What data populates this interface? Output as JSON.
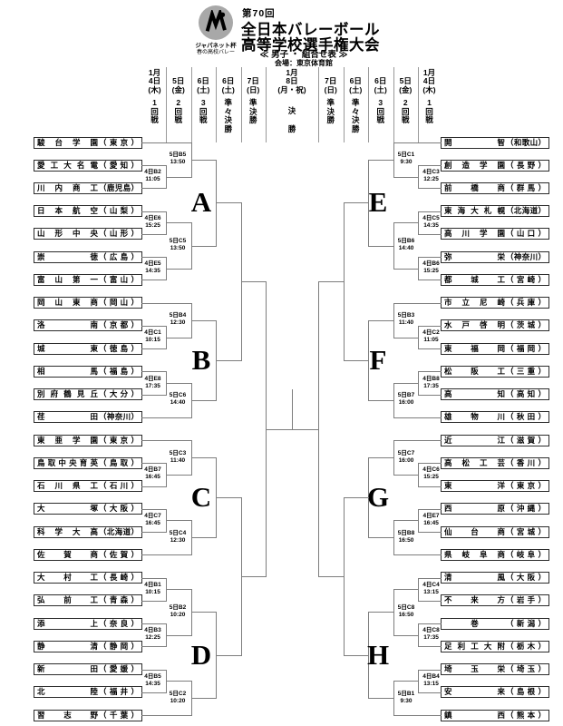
{
  "header": {
    "logo": {
      "line1": "ジャパネット杯",
      "line2": "春の高校バレー"
    },
    "title_small": "第70回",
    "title_line1": "全日本バレーボール",
    "title_line2": "高等学校選手権大会",
    "subtitle": "≪ 男子 ・ 組合せ表 ≫",
    "venue": "会場：東京体育館"
  },
  "columns": {
    "left": [
      {
        "date": [
          "1月",
          "4日",
          "(木)"
        ],
        "round": [
          "1",
          "回",
          "戦"
        ]
      },
      {
        "date": [
          "5日",
          "(金)"
        ],
        "round": [
          "2",
          "回",
          "戦"
        ]
      },
      {
        "date": [
          "6日",
          "(土)"
        ],
        "round": [
          "3",
          "回",
          "戦"
        ]
      },
      {
        "date": [
          "6日",
          "(土)"
        ],
        "round": [
          "準",
          "々",
          "決",
          "勝"
        ]
      },
      {
        "date": [
          "7日",
          "(日)"
        ],
        "round": [
          "準",
          "決",
          "勝"
        ]
      }
    ],
    "center": {
      "date": [
        "1月",
        "8日",
        "(月・祝)"
      ],
      "round": [
        "決",
        "勝"
      ]
    },
    "right": [
      {
        "date": [
          "7日",
          "(日)"
        ],
        "round": [
          "準",
          "決",
          "勝"
        ]
      },
      {
        "date": [
          "6日",
          "(土)"
        ],
        "round": [
          "準",
          "々",
          "決",
          "勝"
        ]
      },
      {
        "date": [
          "6日",
          "(土)"
        ],
        "round": [
          "3",
          "回",
          "戦"
        ]
      },
      {
        "date": [
          "5日",
          "(金)"
        ],
        "round": [
          "2",
          "回",
          "戦"
        ]
      },
      {
        "date": [
          "1月",
          "4日",
          "(木)"
        ],
        "round": [
          "1",
          "回",
          "戦"
        ]
      }
    ]
  },
  "blocks": [
    {
      "letter": "A",
      "side": "left",
      "teams": [
        {
          "name": "駿台学園",
          "pref": "東京"
        },
        {
          "name": "愛工大名電",
          "pref": "愛知"
        },
        {
          "name": "川内商工",
          "pref": "鹿児島"
        },
        {
          "name": "日本航空",
          "pref": "山梨"
        },
        {
          "name": "山形中央",
          "pref": "山形"
        },
        {
          "name": "崇徳",
          "pref": "広島"
        },
        {
          "name": "富山第一",
          "pref": "富山"
        }
      ],
      "matches": [
        {
          "round": 1,
          "a": "t1",
          "b": "t2",
          "code": "4日B2",
          "time": "11:05"
        },
        {
          "round": 1,
          "a": "t3",
          "b": "t4",
          "code": "4日E6",
          "time": "15:25"
        },
        {
          "round": 1,
          "a": "t5",
          "b": "t6",
          "code": "4日E5",
          "time": "14:35"
        },
        {
          "round": 2,
          "a": "t0",
          "b": "m0",
          "code": "5日B5",
          "time": "13:50"
        },
        {
          "round": 2,
          "a": "m1",
          "b": "m2",
          "code": "5日C5",
          "time": "13:50"
        }
      ]
    },
    {
      "letter": "B",
      "side": "left",
      "teams": [
        {
          "name": "岡山東商",
          "pref": "岡山"
        },
        {
          "name": "洛南",
          "pref": "京都"
        },
        {
          "name": "城東",
          "pref": "徳島"
        },
        {
          "name": "相馬",
          "pref": "福島"
        },
        {
          "name": "別府鶴見丘",
          "pref": "大分"
        },
        {
          "name": "荏田",
          "pref": "神奈川"
        }
      ],
      "matches": [
        {
          "round": 1,
          "a": "t1",
          "b": "t2",
          "code": "4日C1",
          "time": "10:15"
        },
        {
          "round": 1,
          "a": "t3",
          "b": "t4",
          "code": "4日E8",
          "time": "17:35"
        },
        {
          "round": 2,
          "a": "t0",
          "b": "m0",
          "code": "5日B4",
          "time": "12:30"
        },
        {
          "round": 2,
          "a": "m1",
          "b": "t5",
          "code": "5日C6",
          "time": "14:40"
        }
      ]
    },
    {
      "letter": "C",
      "side": "left",
      "teams": [
        {
          "name": "東亜学園",
          "pref": "東京"
        },
        {
          "name": "鳥取中央育英",
          "pref": "鳥取"
        },
        {
          "name": "石川県工",
          "pref": "石川"
        },
        {
          "name": "大塚",
          "pref": "大阪"
        },
        {
          "name": "科学大高",
          "pref": "北海道"
        },
        {
          "name": "佐賀商",
          "pref": "佐賀"
        }
      ],
      "matches": [
        {
          "round": 1,
          "a": "t1",
          "b": "t2",
          "code": "4日B7",
          "time": "16:45"
        },
        {
          "round": 1,
          "a": "t3",
          "b": "t4",
          "code": "4日C7",
          "time": "16:45"
        },
        {
          "round": 2,
          "a": "t0",
          "b": "m0",
          "code": "5日C3",
          "time": "11:40"
        },
        {
          "round": 2,
          "a": "m1",
          "b": "t5",
          "code": "5日C4",
          "time": "12:30"
        }
      ]
    },
    {
      "letter": "D",
      "side": "left",
      "teams": [
        {
          "name": "大村工",
          "pref": "長崎"
        },
        {
          "name": "弘前工",
          "pref": "青森"
        },
        {
          "name": "添上",
          "pref": "奈良"
        },
        {
          "name": "静清",
          "pref": "静岡"
        },
        {
          "name": "新田",
          "pref": "愛媛"
        },
        {
          "name": "北陸",
          "pref": "福井"
        },
        {
          "name": "習志野",
          "pref": "千葉"
        }
      ],
      "matches": [
        {
          "round": 1,
          "a": "t0",
          "b": "t1",
          "code": "4日B1",
          "time": "10:15"
        },
        {
          "round": 1,
          "a": "t2",
          "b": "t3",
          "code": "4日B3",
          "time": "12:25"
        },
        {
          "round": 1,
          "a": "t4",
          "b": "t5",
          "code": "4日B5",
          "time": "14:35"
        },
        {
          "round": 2,
          "a": "m0",
          "b": "m1",
          "code": "5日B2",
          "time": "10:20"
        },
        {
          "round": 2,
          "a": "m2",
          "b": "t6",
          "code": "5日C2",
          "time": "10:20"
        }
      ]
    },
    {
      "letter": "E",
      "side": "right",
      "teams": [
        {
          "name": "開智",
          "pref": "和歌山"
        },
        {
          "name": "創造学園",
          "pref": "長野"
        },
        {
          "name": "前橋商",
          "pref": "群馬"
        },
        {
          "name": "東海大札幌",
          "pref": "北海道"
        },
        {
          "name": "高川学園",
          "pref": "山口"
        },
        {
          "name": "弥栄",
          "pref": "神奈川"
        },
        {
          "name": "都城工",
          "pref": "宮崎"
        }
      ],
      "matches": [
        {
          "round": 1,
          "a": "t1",
          "b": "t2",
          "code": "4日C3",
          "time": "12:25"
        },
        {
          "round": 1,
          "a": "t3",
          "b": "t4",
          "code": "4日C5",
          "time": "14:35"
        },
        {
          "round": 1,
          "a": "t5",
          "b": "t6",
          "code": "4日B6",
          "time": "15:25"
        },
        {
          "round": 2,
          "a": "t0",
          "b": "m0",
          "code": "5日C1",
          "time": "9:30"
        },
        {
          "round": 2,
          "a": "m1",
          "b": "m2",
          "code": "5日B6",
          "time": "14:40"
        }
      ]
    },
    {
      "letter": "F",
      "side": "right",
      "teams": [
        {
          "name": "市立尼崎",
          "pref": "兵庫"
        },
        {
          "name": "水戸啓明",
          "pref": "茨城"
        },
        {
          "name": "東福岡",
          "pref": "福岡"
        },
        {
          "name": "松阪工",
          "pref": "三重"
        },
        {
          "name": "高知",
          "pref": "高知"
        },
        {
          "name": "雄物川",
          "pref": "秋田"
        }
      ],
      "matches": [
        {
          "round": 1,
          "a": "t1",
          "b": "t2",
          "code": "4日C2",
          "time": "11:05"
        },
        {
          "round": 1,
          "a": "t3",
          "b": "t4",
          "code": "4日B8",
          "time": "17:35"
        },
        {
          "round": 2,
          "a": "t0",
          "b": "m0",
          "code": "5日B3",
          "time": "11:40"
        },
        {
          "round": 2,
          "a": "m1",
          "b": "t5",
          "code": "5日B7",
          "time": "16:00"
        }
      ]
    },
    {
      "letter": "G",
      "side": "right",
      "teams": [
        {
          "name": "近江",
          "pref": "滋賀"
        },
        {
          "name": "高松工芸",
          "pref": "香川"
        },
        {
          "name": "東洋",
          "pref": "東京"
        },
        {
          "name": "西原",
          "pref": "沖縄"
        },
        {
          "name": "仙台商",
          "pref": "宮城"
        },
        {
          "name": "県岐阜商",
          "pref": "岐阜"
        }
      ],
      "matches": [
        {
          "round": 1,
          "a": "t1",
          "b": "t2",
          "code": "4日C6",
          "time": "15:25"
        },
        {
          "round": 1,
          "a": "t3",
          "b": "t4",
          "code": "4日E7",
          "time": "16:45"
        },
        {
          "round": 2,
          "a": "t0",
          "b": "m0",
          "code": "5日C7",
          "time": "16:00"
        },
        {
          "round": 2,
          "a": "m1",
          "b": "t5",
          "code": "5日B8",
          "time": "16:50"
        }
      ]
    },
    {
      "letter": "H",
      "side": "right",
      "teams": [
        {
          "name": "清風",
          "pref": "大阪"
        },
        {
          "name": "不来方",
          "pref": "岩手"
        },
        {
          "name": "巻",
          "pref": "新潟"
        },
        {
          "name": "足利工大附",
          "pref": "栃木"
        },
        {
          "name": "埼玉栄",
          "pref": "埼玉"
        },
        {
          "name": "安来",
          "pref": "島根"
        },
        {
          "name": "鎮西",
          "pref": "熊本"
        }
      ],
      "matches": [
        {
          "round": 1,
          "a": "t0",
          "b": "t1",
          "code": "4日C4",
          "time": "13:15"
        },
        {
          "round": 1,
          "a": "t2",
          "b": "t3",
          "code": "4日C8",
          "time": "17:35"
        },
        {
          "round": 1,
          "a": "t4",
          "b": "t5",
          "code": "4日B4",
          "time": "13:15"
        },
        {
          "round": 2,
          "a": "m0",
          "b": "m1",
          "code": "5日C8",
          "time": "16:50"
        },
        {
          "round": 2,
          "a": "m2",
          "b": "t6",
          "code": "5日B1",
          "time": "9:30"
        }
      ]
    }
  ]
}
